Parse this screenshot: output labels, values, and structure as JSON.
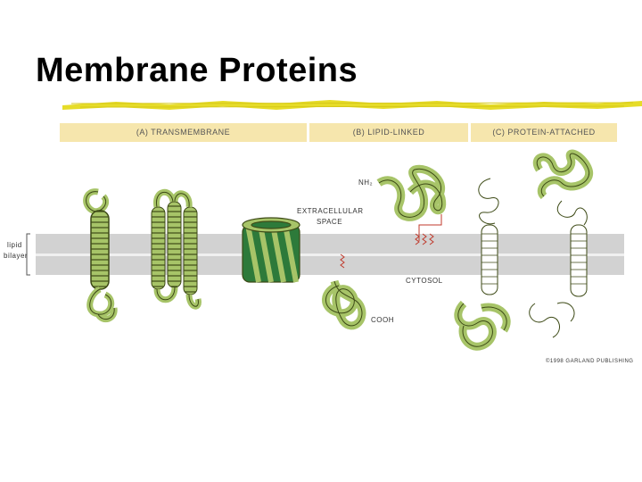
{
  "slide": {
    "title": "Membrane Proteins"
  },
  "figure": {
    "panels": [
      {
        "label": "(A) TRANSMEMBRANE"
      },
      {
        "label": "(B) LIPID-LINKED"
      },
      {
        "label": "(C) PROTEIN-ATTACHED"
      }
    ],
    "labels": {
      "lipid_bilayer": [
        "lipid",
        "bilayer"
      ],
      "extracellular": [
        "EXTRACELLULAR",
        "SPACE"
      ],
      "cytosol": "CYTOSOL",
      "nh2": "NH₂",
      "cooh": "COOH",
      "copyright": "©1998 GARLAND PUBLISHING"
    },
    "colors": {
      "protein_green": "#a7c468",
      "outline": "#3d4a16",
      "membrane_gray": "#d2d2d2",
      "header_band": "#f6e6ad",
      "title_rule": "#e6dc28",
      "lipid_anchor": "#c0392b"
    },
    "icons": [
      "helix-protein-icon",
      "beta-barrel-icon",
      "lipid-anchor-icon"
    ]
  }
}
